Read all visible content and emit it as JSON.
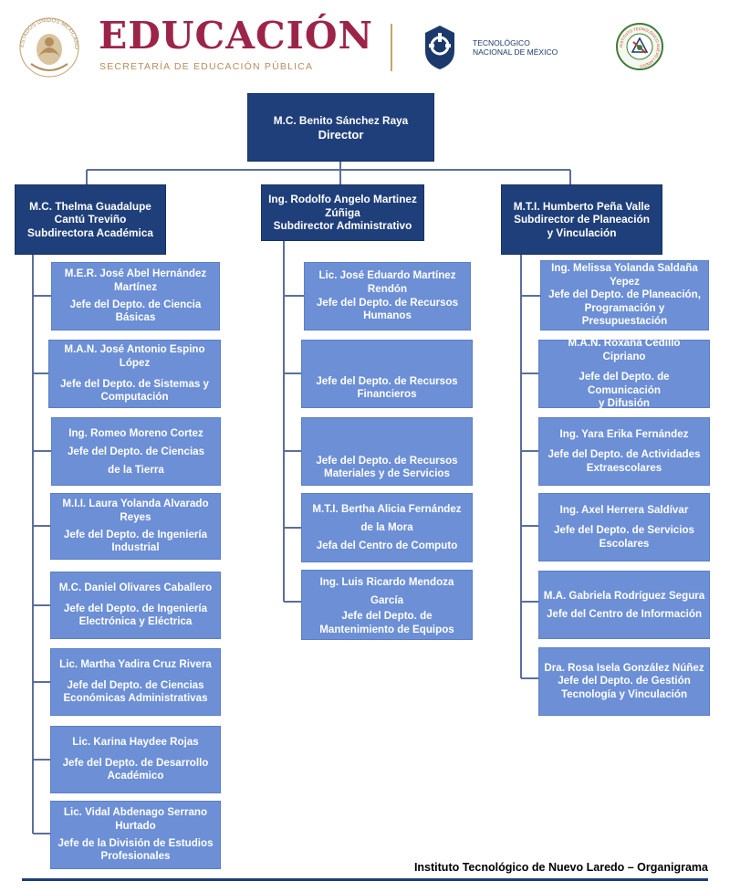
{
  "header": {
    "title": "EDUCACIÓN",
    "subtitle": "SECRETARÍA DE EDUCACIÓN PÚBLICA",
    "seal_text": "ESTADOS UNIDOS MEXICANOS",
    "tecnm_line1": "TECNOLÓGICO",
    "tecnm_line2": "NACIONAL DE MÉXICO",
    "itnl_text": "INSTITUTO TECNOLÓGICO NUEVO LAREDO"
  },
  "director": {
    "name": "M.C. Benito Sánchez Raya",
    "role": "Director"
  },
  "subdirectors": [
    {
      "lines": [
        "M.C. Thelma Guadalupe",
        "Cantú Treviño",
        "Subdirectora Académica"
      ]
    },
    {
      "lines": [
        "Ing. Rodolfo Angelo Martinez",
        "Zúñiga",
        "Subdirector Administrativo"
      ]
    },
    {
      "lines": [
        "M.T.I. Humberto Peña Valle",
        "Subdirector de Planeación",
        "y Vinculación"
      ]
    }
  ],
  "col1": [
    {
      "name": [
        "M.E.R. José Abel Hernández",
        "Martínez"
      ],
      "role": [
        "Jefe del Depto. de Ciencia",
        "Básicas"
      ]
    },
    {
      "name": [
        "M.A.N. José Antonio Espino",
        "López"
      ],
      "role": [
        "Jefe del Depto. de Sistemas y",
        "Computación"
      ]
    },
    {
      "name": [
        "Ing. Romeo Moreno Cortez"
      ],
      "role": [
        "Jefe del Depto. de Ciencias",
        "de la Tierra"
      ]
    },
    {
      "name": [
        "M.I.I. Laura Yolanda Alvarado",
        "Reyes"
      ],
      "role": [
        "Jefe del Depto. de Ingeniería",
        "Industrial"
      ]
    },
    {
      "name": [
        "M.C. Daniel Olivares Caballero"
      ],
      "role": [
        "Jefe del Depto. de Ingeniería",
        "Electrónica y Eléctrica"
      ]
    },
    {
      "name": [
        "Lic. Martha Yadira Cruz Rivera"
      ],
      "role": [
        "Jefe del Depto. de Ciencias",
        "Económicas Administrativas"
      ]
    },
    {
      "name": [
        "Lic. Karina Haydee Rojas"
      ],
      "role": [
        "Jefe del Depto. de Desarrollo",
        "Académico"
      ]
    },
    {
      "name": [
        "Lic. Vidal Abdenago Serrano",
        "Hurtado"
      ],
      "role": [
        "Jefe de la División de Estudios",
        "Profesionales"
      ]
    }
  ],
  "col2": [
    {
      "name": [
        "Lic. José Eduardo Martínez",
        "Rendón"
      ],
      "role": [
        "Jefe del Depto. de Recursos",
        "Humanos"
      ]
    },
    {
      "name": [],
      "role": [
        "Jefe del Depto. de Recursos",
        "Financieros"
      ]
    },
    {
      "name": [],
      "role": [
        "Jefe del Depto. de Recursos",
        "Materiales y de Servicios"
      ]
    },
    {
      "name": [
        "M.T.I. Bertha Alicia Fernández",
        "de la Mora"
      ],
      "role": [
        "Jefa del Centro de Computo"
      ]
    },
    {
      "name": [
        "Ing. Luis Ricardo Mendoza",
        "García"
      ],
      "role": [
        "Jefe del Depto. de",
        "Mantenimiento de Equipos"
      ]
    }
  ],
  "col3": [
    {
      "name": [
        "Ing. Melissa Yolanda Saldaña",
        "Yepez"
      ],
      "role": [
        "Jefe del Depto. de Planeación,",
        "Programación y",
        "Presupuestación"
      ]
    },
    {
      "name": [
        "M.A.N. Roxana Cedillo",
        "Cipriano"
      ],
      "role": [
        "Jefe del Depto. de Comunicación",
        "y Difusión"
      ]
    },
    {
      "name": [
        "Ing. Yara Erika Fernández"
      ],
      "role": [
        "Jefe del Depto. de Actividades",
        "Extraescolares"
      ]
    },
    {
      "name": [
        "Ing. Axel Herrera Saldívar"
      ],
      "role": [
        "Jefe del Depto. de Servicios",
        "Escolares"
      ]
    },
    {
      "name": [
        "M.A. Gabriela Rodríguez Segura"
      ],
      "role": [
        "Jefe del Centro de Información"
      ]
    },
    {
      "name": [
        "Dra. Rosa Isela González Núñez"
      ],
      "role": [
        "Jefe del Depto. de Gestión",
        "Tecnología y Vinculación"
      ]
    }
  ],
  "footer": {
    "text": "Instituto Tecnológico de Nuevo Laredo – Organigrama"
  },
  "colors": {
    "dark_box": "#1f3f7a",
    "light_box": "#6c8fd6",
    "brand_red": "#9d2449",
    "brand_gold": "#b38e5d"
  }
}
